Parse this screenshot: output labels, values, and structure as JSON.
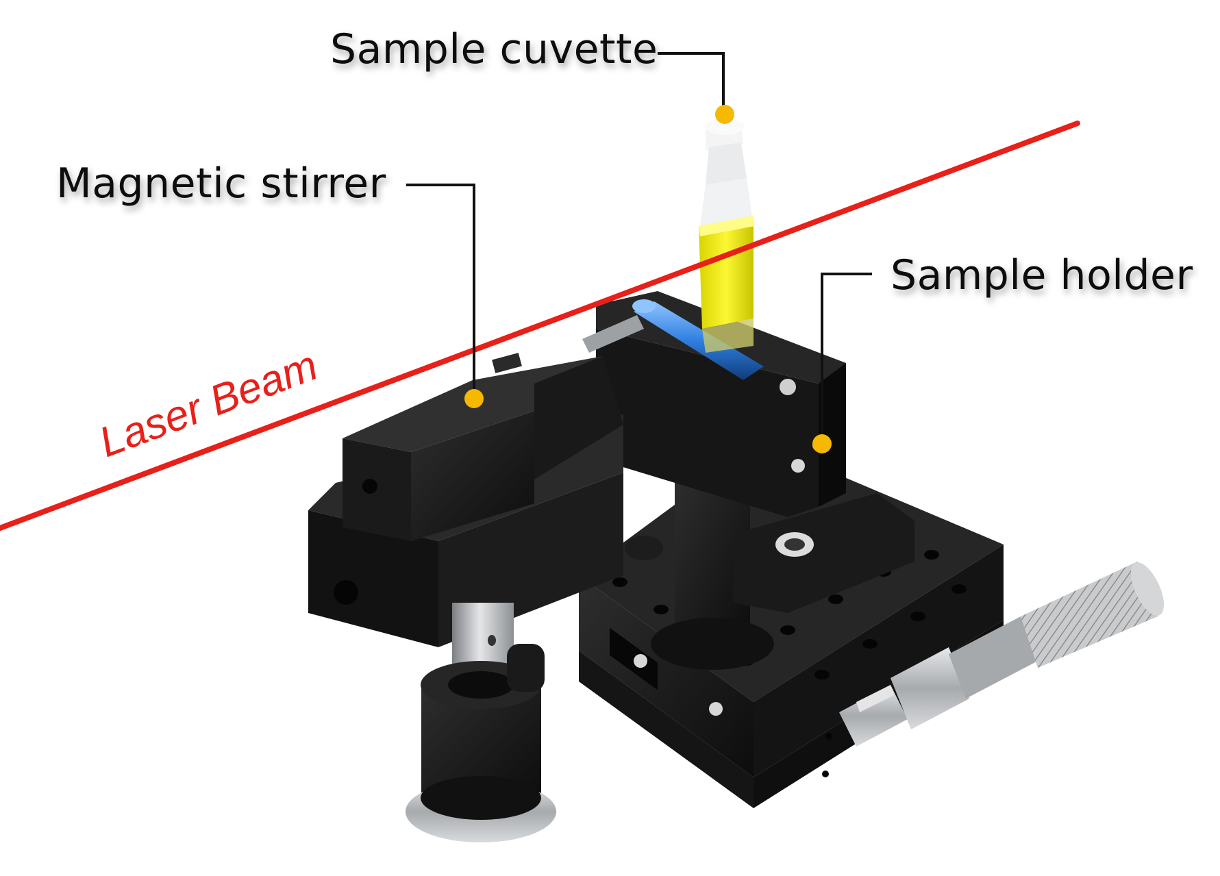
{
  "diagram": {
    "labels": {
      "sample_cuvette": "Sample cuvette",
      "magnetic_stirrer": "Magnetic stirrer",
      "sample_holder": "Sample holder",
      "laser_beam": "Laser Beam"
    },
    "colors": {
      "laser": "#e8201a",
      "marker_dot": "#f6b800",
      "device_body": "#1b1b1b",
      "liquid": "#f2ee00",
      "stir_bar": "#2f7fe0",
      "metal": "#b9bcbf",
      "text": "#111111"
    },
    "icons": [
      "marker-dot-icon",
      "leader-line-icon"
    ]
  }
}
